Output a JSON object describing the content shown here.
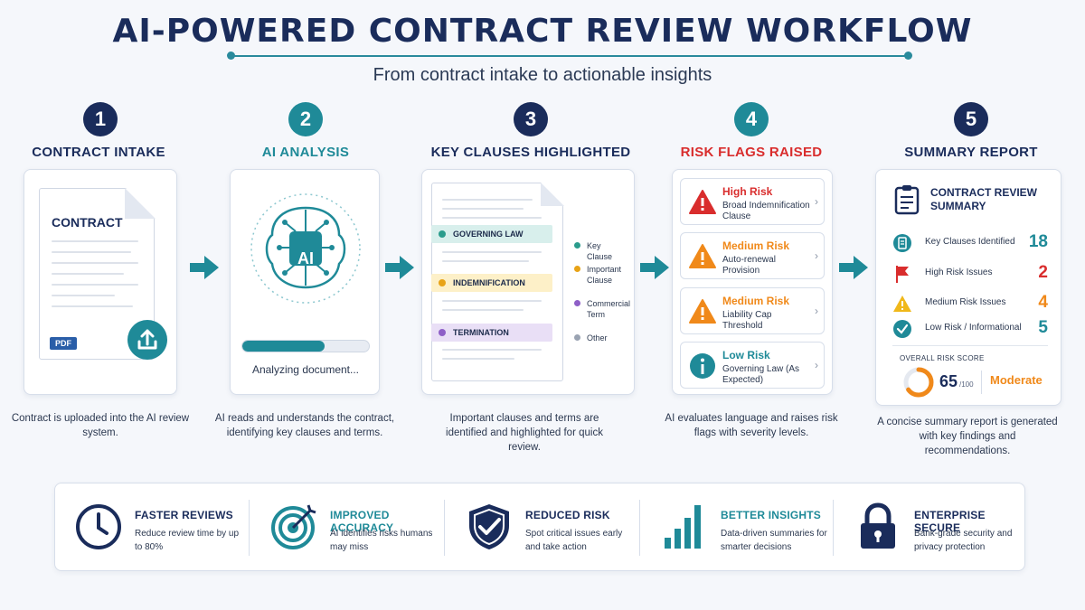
{
  "header": {
    "title": "AI-POWERED CONTRACT REVIEW WORKFLOW",
    "subtitle": "From contract intake to actionable insights"
  },
  "colors": {
    "navy": "#1a2c5b",
    "teal": "#1f8a98",
    "high_risk": "#d92d2d",
    "medium_risk": "#f0891a",
    "low_risk": "#1f8a98",
    "green_clause": "#2a9c8c",
    "yellow_clause": "#e8a317",
    "purple_clause": "#8e5fc7",
    "gray_clause": "#9aa3b2"
  },
  "steps": [
    {
      "number": "1",
      "title": "CONTRACT INTAKE",
      "description": "Contract is uploaded into the AI review system.",
      "doc_label": "CONTRACT",
      "file_tag": "PDF"
    },
    {
      "number": "2",
      "title": "AI ANALYSIS",
      "description": "AI reads and understands the contract, identifying key clauses and terms.",
      "chip_label": "AI",
      "status": "Analyzing document...",
      "progress": 0.65
    },
    {
      "number": "3",
      "title": "KEY CLAUSES HIGHLIGHTED",
      "description": "Important clauses and terms are identified and highlighted for quick review.",
      "highlights": [
        "GOVERNING LAW",
        "INDEMNIFICATION",
        "TERMINATION"
      ],
      "legend": [
        "Key Clause",
        "Important Clause",
        "Commercial Term",
        "Other"
      ]
    },
    {
      "number": "4",
      "title": "RISK FLAGS RAISED",
      "description": "AI evaluates language and raises risk flags with severity levels.",
      "risks": [
        {
          "level": "High Risk",
          "detail": "Broad Indemnification Clause"
        },
        {
          "level": "Medium Risk",
          "detail": "Auto-renewal Provision"
        },
        {
          "level": "Medium Risk",
          "detail": "Liability Cap Threshold"
        },
        {
          "level": "Low Risk",
          "detail": "Governing Law (As Expected)"
        }
      ]
    },
    {
      "number": "5",
      "title": "SUMMARY REPORT",
      "description": "A concise summary report is generated with key findings and recommendations.",
      "summary_title": "CONTRACT REVIEW SUMMARY",
      "rows": [
        {
          "label": "Key Clauses Identified",
          "value": "18"
        },
        {
          "label": "High Risk Issues",
          "value": "2"
        },
        {
          "label": "Medium Risk Issues",
          "value": "4"
        },
        {
          "label": "Low Risk / Informational",
          "value": "5"
        }
      ],
      "overall_label": "OVERALL RISK SCORE",
      "score": "65",
      "score_max": "/100",
      "score_fraction": 0.65,
      "score_word": "Moderate"
    }
  ],
  "benefits": [
    {
      "title": "FASTER REVIEWS",
      "description": "Reduce review time by up to 80%"
    },
    {
      "title": "IMPROVED ACCURACY",
      "description": "AI identifies risks humans may miss"
    },
    {
      "title": "REDUCED RISK",
      "description": "Spot critical issues early and take action"
    },
    {
      "title": "BETTER INSIGHTS",
      "description": "Data-driven summaries for smarter decisions"
    },
    {
      "title": "ENTERPRISE SECURE",
      "description": "Bank-grade security and privacy protection"
    }
  ]
}
